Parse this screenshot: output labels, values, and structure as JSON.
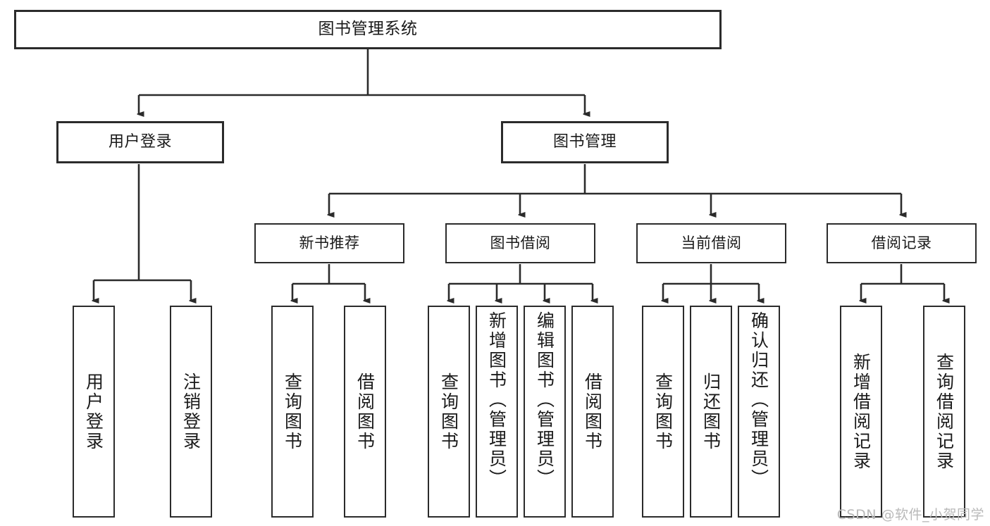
{
  "diagram": {
    "title": "图书管理系统",
    "type": "hierarchy-tree",
    "root": {
      "label": "图书管理系统"
    },
    "level2": [
      {
        "label": "用户登录"
      },
      {
        "label": "图书管理"
      }
    ],
    "level3": [
      {
        "label": "新书推荐"
      },
      {
        "label": "图书借阅"
      },
      {
        "label": "当前借阅"
      },
      {
        "label": "借阅记录"
      }
    ],
    "leaves": [
      {
        "label": "用户登录",
        "parent": "用户登录"
      },
      {
        "label": "注销登录",
        "parent": "用户登录"
      },
      {
        "label": "查询图书",
        "parent": "新书推荐"
      },
      {
        "label": "借阅图书",
        "parent": "新书推荐"
      },
      {
        "label": "查询图书",
        "parent": "图书借阅"
      },
      {
        "label": "新增图书（管理员）",
        "parent": "图书借阅"
      },
      {
        "label": "编辑图书（管理员）",
        "parent": "图书借阅"
      },
      {
        "label": "借阅图书",
        "parent": "图书借阅"
      },
      {
        "label": "查询图书",
        "parent": "当前借阅"
      },
      {
        "label": "归还图书",
        "parent": "当前借阅"
      },
      {
        "label": "确认归还（管理员）",
        "parent": "当前借阅"
      },
      {
        "label": "新增借阅记录",
        "parent": "借阅记录"
      },
      {
        "label": "查询借阅记录",
        "parent": "借阅记录"
      }
    ]
  },
  "watermark": {
    "text": "CSDN @软件_小贺同学"
  },
  "colors": {
    "stroke": "#2b2b2b",
    "fill": "#ffffff",
    "text": "#1a1a1a",
    "watermark": "#b9b9b9"
  }
}
